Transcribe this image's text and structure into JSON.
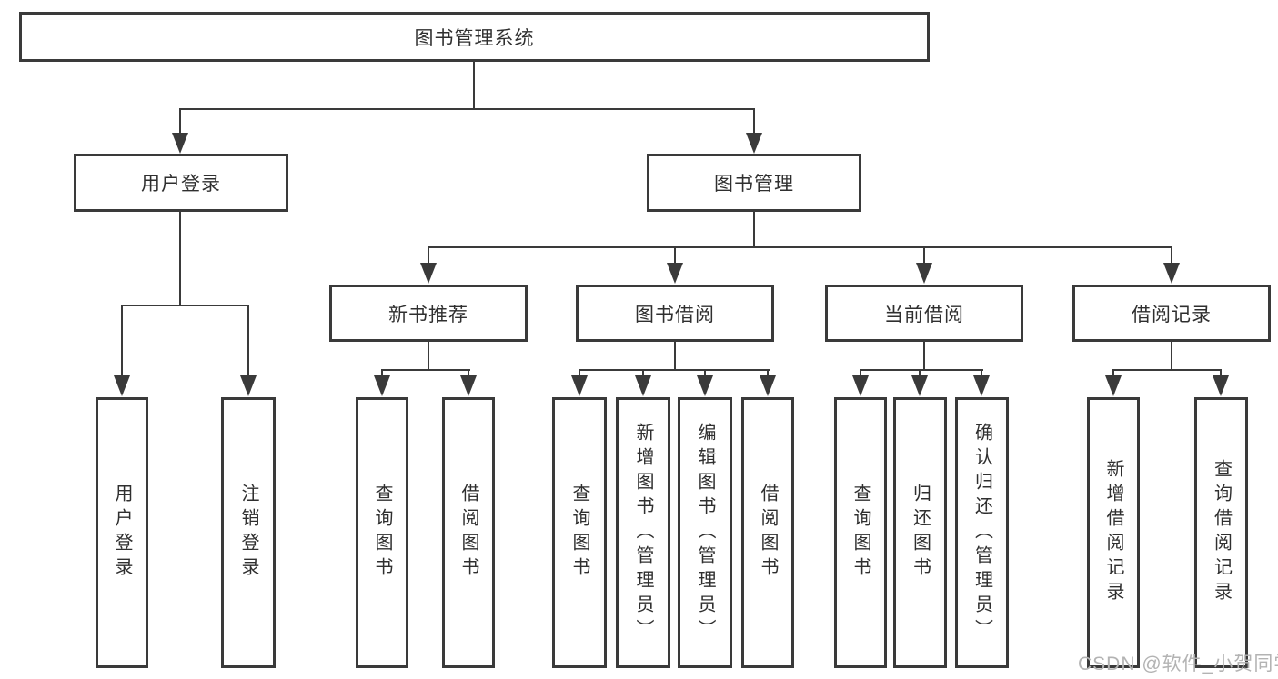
{
  "diagram": {
    "root": {
      "label": "图书管理系统"
    },
    "level2": [
      {
        "label": "用户登录"
      },
      {
        "label": "图书管理"
      }
    ],
    "level3": [
      {
        "label": "新书推荐"
      },
      {
        "label": "图书借阅"
      },
      {
        "label": "当前借阅"
      },
      {
        "label": "借阅记录"
      }
    ],
    "leaves": [
      {
        "label": "用户登录"
      },
      {
        "label": "注销登录"
      },
      {
        "label": "查询图书"
      },
      {
        "label": "借阅图书"
      },
      {
        "label": "查询图书"
      },
      {
        "label": "新增图书（管理员）"
      },
      {
        "label": "编辑图书（管理员）"
      },
      {
        "label": "借阅图书"
      },
      {
        "label": "查询图书"
      },
      {
        "label": "归还图书"
      },
      {
        "label": "确认归还（管理员）"
      },
      {
        "label": "新增借阅记录"
      },
      {
        "label": "查询借阅记录"
      }
    ],
    "watermark": "CSDN @软件_小贺同学",
    "colors": {
      "line": "#3a3a3a",
      "text": "#2f2f2f",
      "watermark": "#b3b3b3",
      "background": "#ffffff"
    }
  }
}
